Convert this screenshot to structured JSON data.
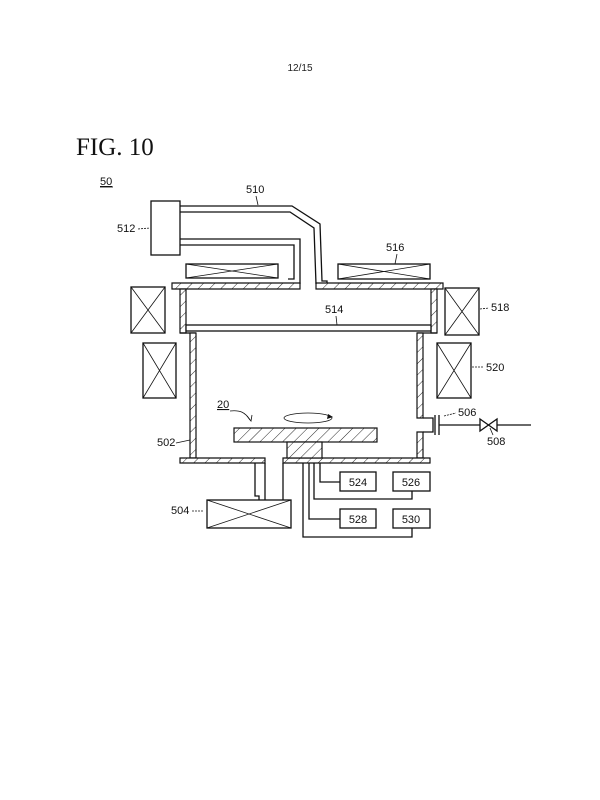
{
  "page_number": "12/15",
  "figure_title": "FIG. 10",
  "labels": {
    "apparatus": "50",
    "wafer": "20",
    "chamber": "502",
    "motor": "504",
    "port": "506",
    "valve": "508",
    "gas_line": "510",
    "gas_source": "512",
    "shower_plate": "514",
    "top_coil": "516",
    "upper_side_coil": "518",
    "lower_side_coil": "520",
    "unit_524": "524",
    "unit_526": "526",
    "unit_528": "528",
    "unit_530": "530"
  }
}
